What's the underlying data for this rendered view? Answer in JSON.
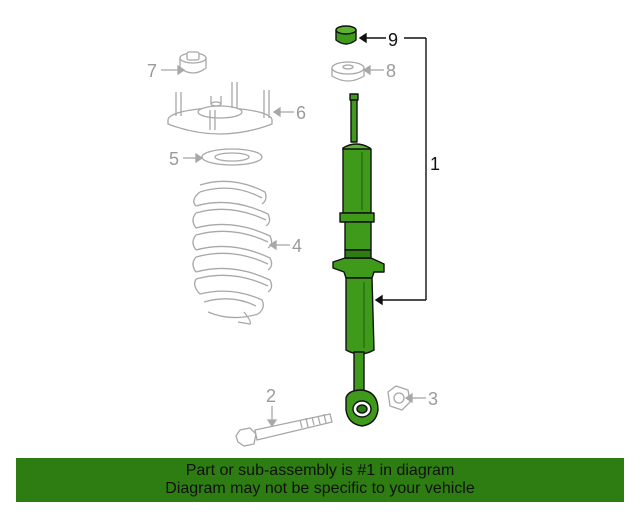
{
  "callouts": {
    "c1": "1",
    "c2": "2",
    "c3": "3",
    "c4": "4",
    "c5": "5",
    "c6": "6",
    "c7": "7",
    "c8": "8",
    "c9": "9"
  },
  "banner": {
    "line1": "Part or sub-assembly is #1 in diagram",
    "line2": "Diagram may not be specific to your vehicle"
  },
  "colors": {
    "highlight_part": "#3f9a1c",
    "highlight_dark": "#1f5a08",
    "ghost_part": "#a8a8a8",
    "banner_bg": "#2e7d12"
  }
}
